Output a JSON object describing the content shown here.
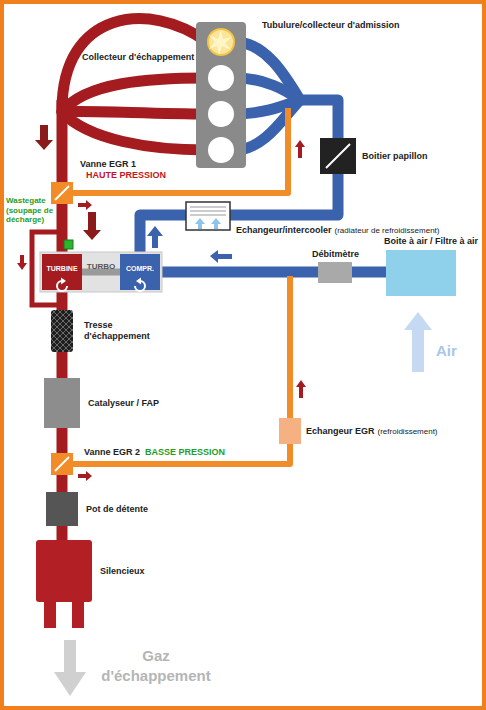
{
  "diagram": {
    "nodes": [
      {
        "text": [
          "TURBO"
        ]
      },
      {
        "text": [
          "TURBINE"
        ],
        "in": 0
      },
      {
        "text": [
          "COMPR."
        ],
        "in": 0
      }
    ],
    "edges": [
      {
        "from": 1,
        "to": 2,
        "arrow": "none"
      }
    ],
    "labels": [
      "Collecteur d'échappement",
      "Tubulure/collecteur d'admission",
      "Boitier papillon",
      "Vanne EGR 1",
      "HAUTE PRESSION",
      "Wastegate (soupape de décharge)",
      "Echangeur/intercooler",
      "(radiateur de refroidissement)",
      "Boite à air / Filtre à air",
      "Débitmètre",
      "Air",
      "Tresse d'échappement",
      "Catalyseur / FAP",
      "Echangeur EGR",
      "(refroidissement)",
      "Vanne EGR 2",
      "BASSE PRESSION",
      "Pot de détente",
      "Silencieux",
      "Gaz d'échappement"
    ]
  }
}
